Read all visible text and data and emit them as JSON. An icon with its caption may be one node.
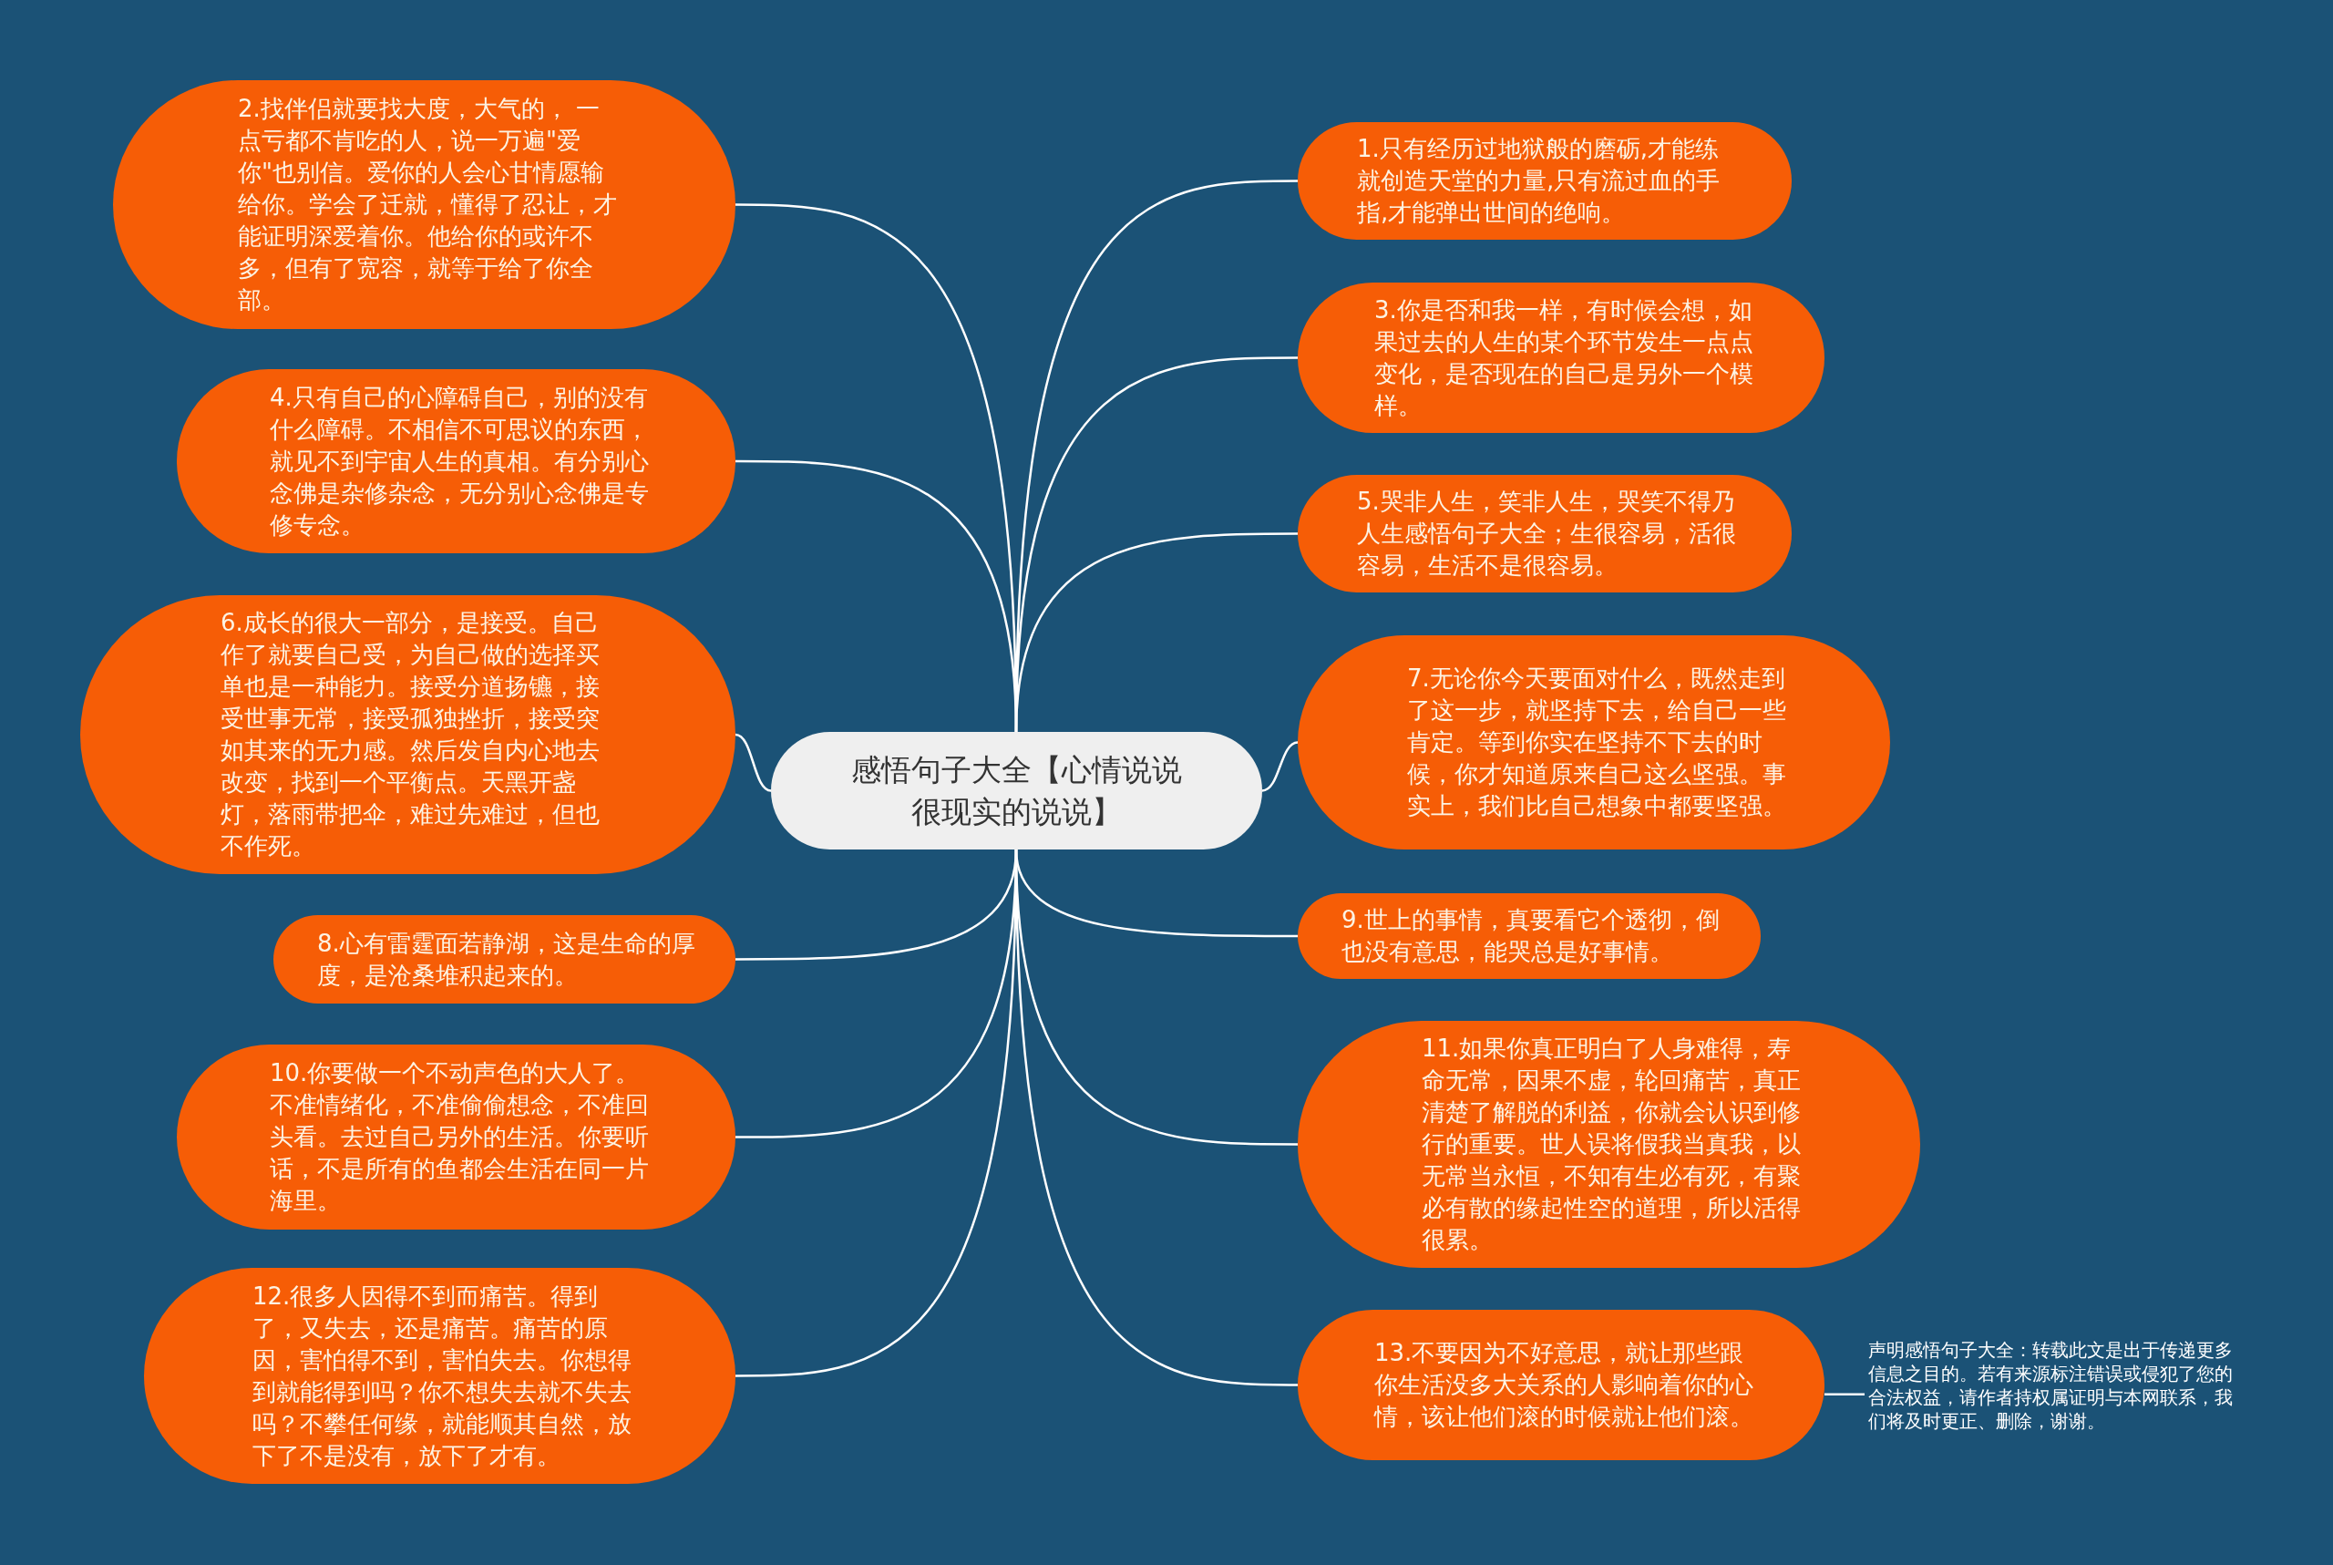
{
  "diagram": {
    "nodes": [
      {
        "text": [
          "感悟句子大全【心情说说很现实的说说】"
        ]
      },
      {
        "text": [
          "1.只有经历过地狱般的磨砺,才能练就创造天堂的力量,只有流过血的手指,才能弹出世间的绝响。"
        ]
      },
      {
        "text": [
          "2.找伴侣就要找大度，大气的， 一点亏都不肯吃的人，说一万遍\"爱你\"也别信。爱你的人会心甘情愿输给你。学会了迁就，懂得了忍让，才能证明深爱着你。他给你的或许不多，但有了宽容，就等于给了你全部。"
        ]
      },
      {
        "text": [
          "3.你是否和我一样，有时候会想，如果过去的人生的某个环节发生一点点变化，是否现在的自己是另外一个模样。"
        ]
      },
      {
        "text": [
          "4.只有自己的心障碍自己，别的没有什么障碍。不相信不可思议的东西，就见不到宇宙人生的真相。有分别心念佛是杂修杂念，无分别心念佛是专修专念。"
        ]
      },
      {
        "text": [
          "5.哭非人生，笑非人生，哭笑不得乃人生感悟句子大全；生很容易，活很容易，生活不是很容易。"
        ]
      },
      {
        "text": [
          "6.成长的很大一部分，是接受。自己作了就要自己受，为自己做的选择买单也是一种能力。接受分道扬镳，接受世事无常，接受孤独挫折，接受突如其来的无力感。然后发自内心地去改变，找到一个平衡点。天黑开盏灯，落雨带把伞，难过先难过，但也不作死。"
        ]
      },
      {
        "text": [
          "7.无论你今天要面对什么，既然走到了这一步，就坚持下去，给自己一些肯定。等到你实在坚持不下去的时候，你才知道原来自己这么坚强。事实上，我们比自己想象中都要坚强。"
        ]
      },
      {
        "text": [
          "8.心有雷霆面若静湖，这是生命的厚度，是沧桑堆积起来的。"
        ]
      },
      {
        "text": [
          "9.世上的事情，真要看它个透彻，倒也没有意思，能哭总是好事情。"
        ]
      },
      {
        "text": [
          "10.你要做一个不动声色的大人了。不准情绪化，不准偷偷想念，不准回头看。去过自己另外的生活。你要听话，不是所有的鱼都会生活在同一片海里。"
        ]
      },
      {
        "text": [
          "11.如果你真正明白了人身难得，寿命无常，因果不虚，轮回痛苦，真正清楚了解脱的利益，你就会认识到修行的重要。世人误将假我当真我，以无常当永恒，不知有生必有死，有聚必有散的缘起性空的道理，所以活得很累。"
        ]
      },
      {
        "text": [
          "12.很多人因得不到而痛苦。得到了，又失去，还是痛苦。痛苦的原因，害怕得不到，害怕失去。你想得到就能得到吗？你不想失去就不失去吗？不攀任何缘，就能顺其自然，放下了不是没有，放下了才有。"
        ]
      },
      {
        "text": [
          "13.不要因为不好意思，就让那些跟你生活没多大关系的人影响着你的心情，该让他们滚的时候就让他们滚。"
        ]
      },
      {
        "text": [
          "声明感悟句子大全：转载此文是出于传递更多信息之目的。若有来源标注错误或侵犯了您的合法权益，请作者持权属证明与本网联系，我们将及时更正、删除，谢谢。"
        ]
      }
    ],
    "edges": [
      {
        "from": 0,
        "to": 1,
        "arrow": "none"
      },
      {
        "from": 0,
        "to": 2,
        "arrow": "none"
      },
      {
        "from": 0,
        "to": 3,
        "arrow": "none"
      },
      {
        "from": 0,
        "to": 4,
        "arrow": "none"
      },
      {
        "from": 0,
        "to": 5,
        "arrow": "none"
      },
      {
        "from": 0,
        "to": 6,
        "arrow": "none"
      },
      {
        "from": 0,
        "to": 7,
        "arrow": "none"
      },
      {
        "from": 0,
        "to": 8,
        "arrow": "none"
      },
      {
        "from": 0,
        "to": 9,
        "arrow": "none"
      },
      {
        "from": 0,
        "to": 10,
        "arrow": "none"
      },
      {
        "from": 0,
        "to": 11,
        "arrow": "none"
      },
      {
        "from": 0,
        "to": 12,
        "arrow": "none"
      },
      {
        "from": 0,
        "to": 13,
        "arrow": "none"
      },
      {
        "from": 13,
        "to": 14,
        "arrow": "none"
      }
    ]
  }
}
